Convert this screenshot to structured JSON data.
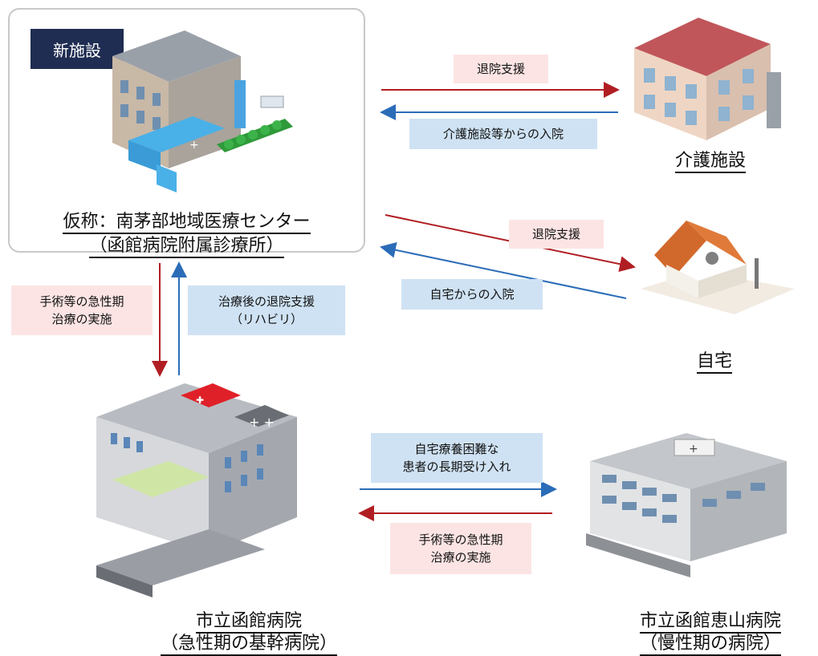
{
  "new_facility": {
    "tag": "新施設",
    "name_line1": "仮称：南茅部地域医療センター",
    "name_line2": "（函館病院附属診療所）"
  },
  "care_facility": {
    "name": "介護施設"
  },
  "home": {
    "name": "自宅"
  },
  "hakodate_hospital": {
    "name_line1": "市立函館病院",
    "name_line2": "（急性期の基幹病院）"
  },
  "esan_hospital": {
    "name_line1": "市立函館恵山病院",
    "name_line2": "（慢性期の病院）"
  },
  "labels": {
    "to_care": "退院支援",
    "from_care": "介護施設等からの入院",
    "to_home": "退院支援",
    "from_home": "自宅からの入院",
    "to_hospital_line1": "手術等の急性期",
    "to_hospital_line2": "治療の実施",
    "from_hospital_line1": "治療後の退院支援",
    "from_hospital_line2": "（リハビリ）",
    "to_esan_line1": "自宅療養困難な",
    "to_esan_line2": "患者の長期受け入れ",
    "from_esan_line1": "手術等の急性期",
    "from_esan_line2": "治療の実施"
  },
  "colors": {
    "red_arrow": "#b01e23",
    "blue_arrow": "#2b6cb8",
    "tag_bg": "#1f2d52"
  },
  "icons": [
    "clinic-building-icon",
    "care-facility-icon",
    "house-icon",
    "general-hospital-icon",
    "chronic-hospital-icon"
  ]
}
